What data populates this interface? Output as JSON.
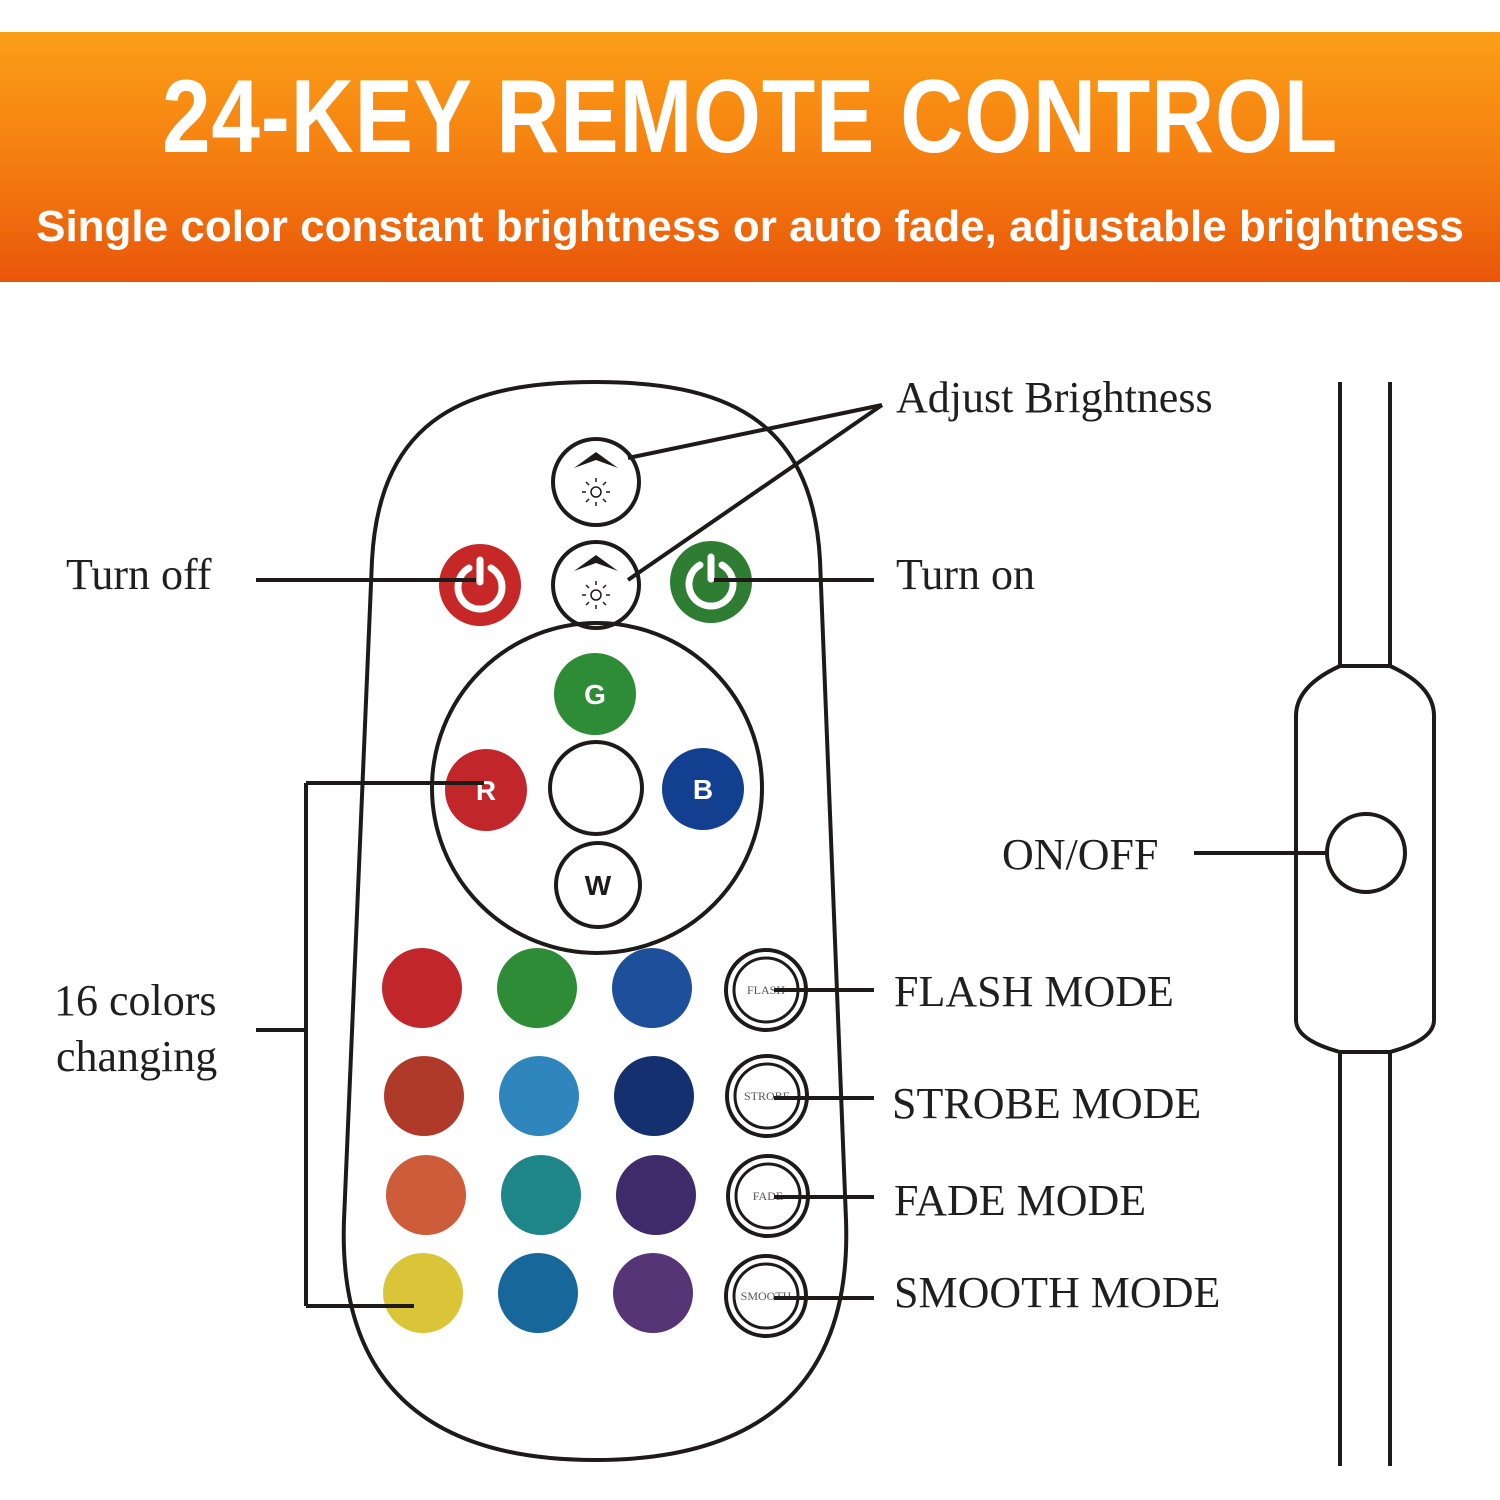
{
  "header": {
    "title": "24-KEY REMOTE  CONTROL",
    "subtitle": "Single color constant brightness or auto fade, adjustable brightness"
  },
  "labels": {
    "adjust_brightness": "Adjust Brightness",
    "turn_off": "Turn off",
    "turn_on": "Turn on",
    "colors_line1": "16 colors",
    "colors_line2": "changing",
    "on_off": "ON/OFF",
    "flash_mode": "FLASH MODE",
    "strobe_mode": "STROBE MODE",
    "fade_mode": "FADE MODE",
    "smooth_mode": "SMOOTH MODE"
  },
  "buttons": {
    "g": "G",
    "r": "R",
    "b": "B",
    "w": "W",
    "flash": "FLASH",
    "strobe": "STROBE",
    "fade": "FADE",
    "smooth": "SMOOTH"
  },
  "colors": {
    "banner_top": "#fb9f18",
    "banner_bottom": "#e9560a",
    "power_off": "#c62828",
    "power_on": "#2e7d32",
    "g_button": "#2e8b36",
    "r_button": "#c0262a",
    "b_button": "#123f8f",
    "grid": [
      [
        "#c0262a",
        "#2e8b36",
        "#1e4f9a"
      ],
      [
        "#b03a2a",
        "#2f86bc",
        "#15306e"
      ],
      [
        "#cc5c3a",
        "#1e8589",
        "#3f2a6a"
      ],
      [
        "#d9c537",
        "#17679a",
        "#563576"
      ]
    ]
  }
}
